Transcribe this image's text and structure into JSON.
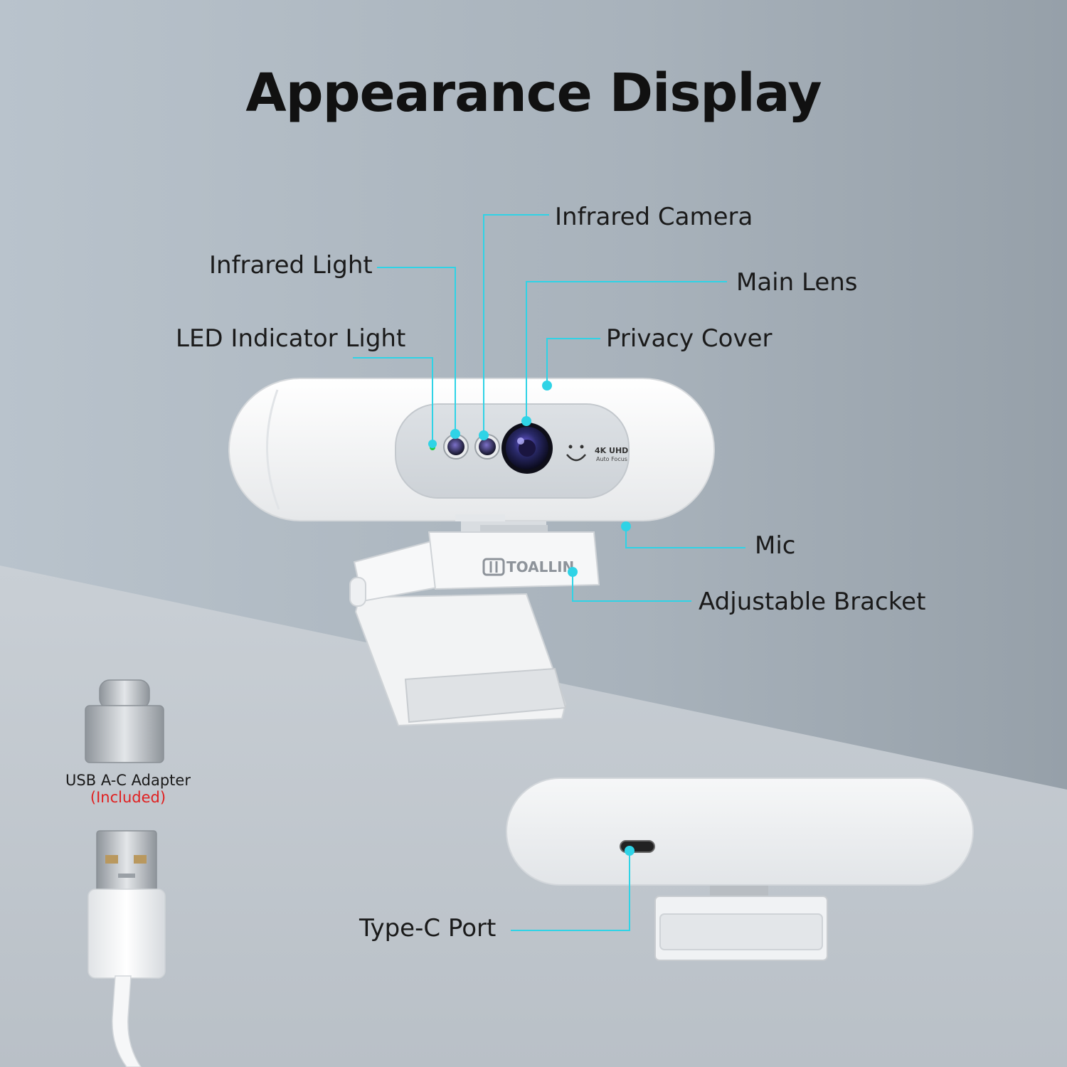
{
  "title": "Appearance Display",
  "labels": {
    "infrared_camera": "Infrared Camera",
    "infrared_light": "Infrared Light",
    "main_lens": "Main Lens",
    "led_indicator_light": "LED Indicator Light",
    "privacy_cover": "Privacy Cover",
    "mic": "Mic",
    "adjustable_bracket": "Adjustable Bracket",
    "type_c_port": "Type-C Port",
    "adapter": "USB A-C Adapter",
    "adapter_note": "(Included)"
  },
  "product": {
    "badge_main": "4K UHD",
    "badge_sub": "Auto Focus",
    "brand": "TOALLIN"
  },
  "colors": {
    "callout": "#2fd3e6",
    "indicator_led": "#22cc44",
    "note": "#e02020"
  }
}
